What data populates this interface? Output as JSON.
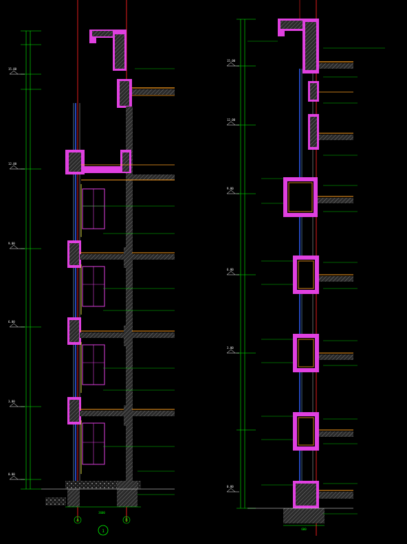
{
  "colors": {
    "background": "#000000",
    "concrete_fill": "#e040e0",
    "concrete_hatch": "#606060",
    "dimension": "#00ff00",
    "axis_line": "#ff2020",
    "floor_line": "#ffa020",
    "glass": "#3060ff",
    "glass_light": "#80c0ff",
    "yellow": "#ffff40",
    "white": "#ffffff"
  },
  "left_section": {
    "axes": [
      {
        "label": "A"
      },
      {
        "label": "B"
      }
    ],
    "detail_number": "1",
    "floor_levels": [
      {
        "label": "15.00"
      },
      {
        "label": "12.00"
      },
      {
        "label": "9.00"
      },
      {
        "label": "6.00"
      },
      {
        "label": "3.00"
      },
      {
        "label": "0.00"
      }
    ],
    "dimension_bottom": "3600"
  },
  "right_section": {
    "floor_levels": [
      {
        "label": "15.00"
      },
      {
        "label": "12.00"
      },
      {
        "label": "9.00"
      },
      {
        "label": "6.00"
      },
      {
        "label": "3.00"
      },
      {
        "label": "0.00"
      }
    ],
    "dimension_bottom": "600"
  }
}
